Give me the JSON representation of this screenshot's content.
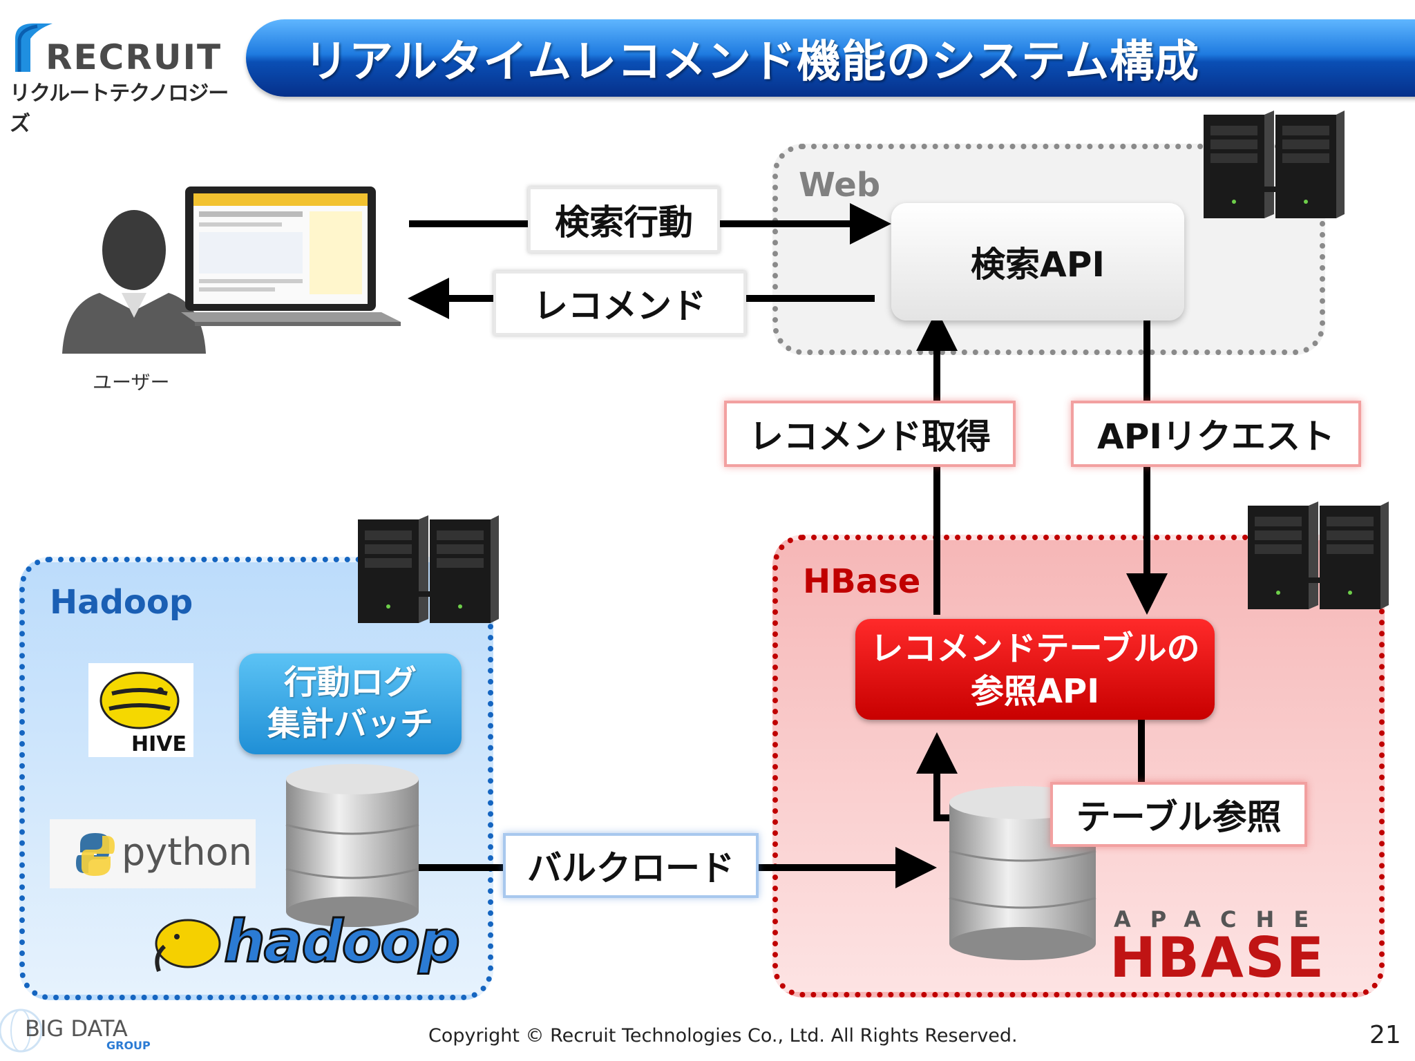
{
  "header": {
    "logo_word": "RECRUIT",
    "logo_sub": "リクルートテクノロジーズ",
    "title": "リアルタイムレコメンド機能のシステム構成"
  },
  "user": {
    "label": "ユーザー"
  },
  "zones": {
    "web": "Web",
    "hadoop": "Hadoop",
    "hbase": "HBase"
  },
  "boxes": {
    "search_api": "検索API",
    "recommend_table_api_line1": "レコメンドテーブルの",
    "recommend_table_api_line2": "参照API",
    "batch_line1": "行動ログ",
    "batch_line2": "集計バッチ"
  },
  "arrows": {
    "search_action": "検索行動",
    "recommend": "レコメンド",
    "recommend_get": "レコメンド取得",
    "api_request": "APIリクエスト",
    "table_ref": "テーブル参照",
    "bulk_load": "バルクロード"
  },
  "logos": {
    "hive": "HIVE",
    "python": "python",
    "hadoop": "hadoop",
    "apache": "APACHE",
    "hbase": "HBASE"
  },
  "footer": {
    "big_data": "BIG DATA",
    "group": "GROUP",
    "copyright": "Copyright © Recruit Technologies Co., Ltd. All Rights Reserved.",
    "page": "21"
  },
  "colors": {
    "title_blue": "#0a4fb5",
    "hadoop_blue": "#1565c0",
    "hbase_red": "#c00000",
    "web_gray": "#8a8a8a"
  }
}
